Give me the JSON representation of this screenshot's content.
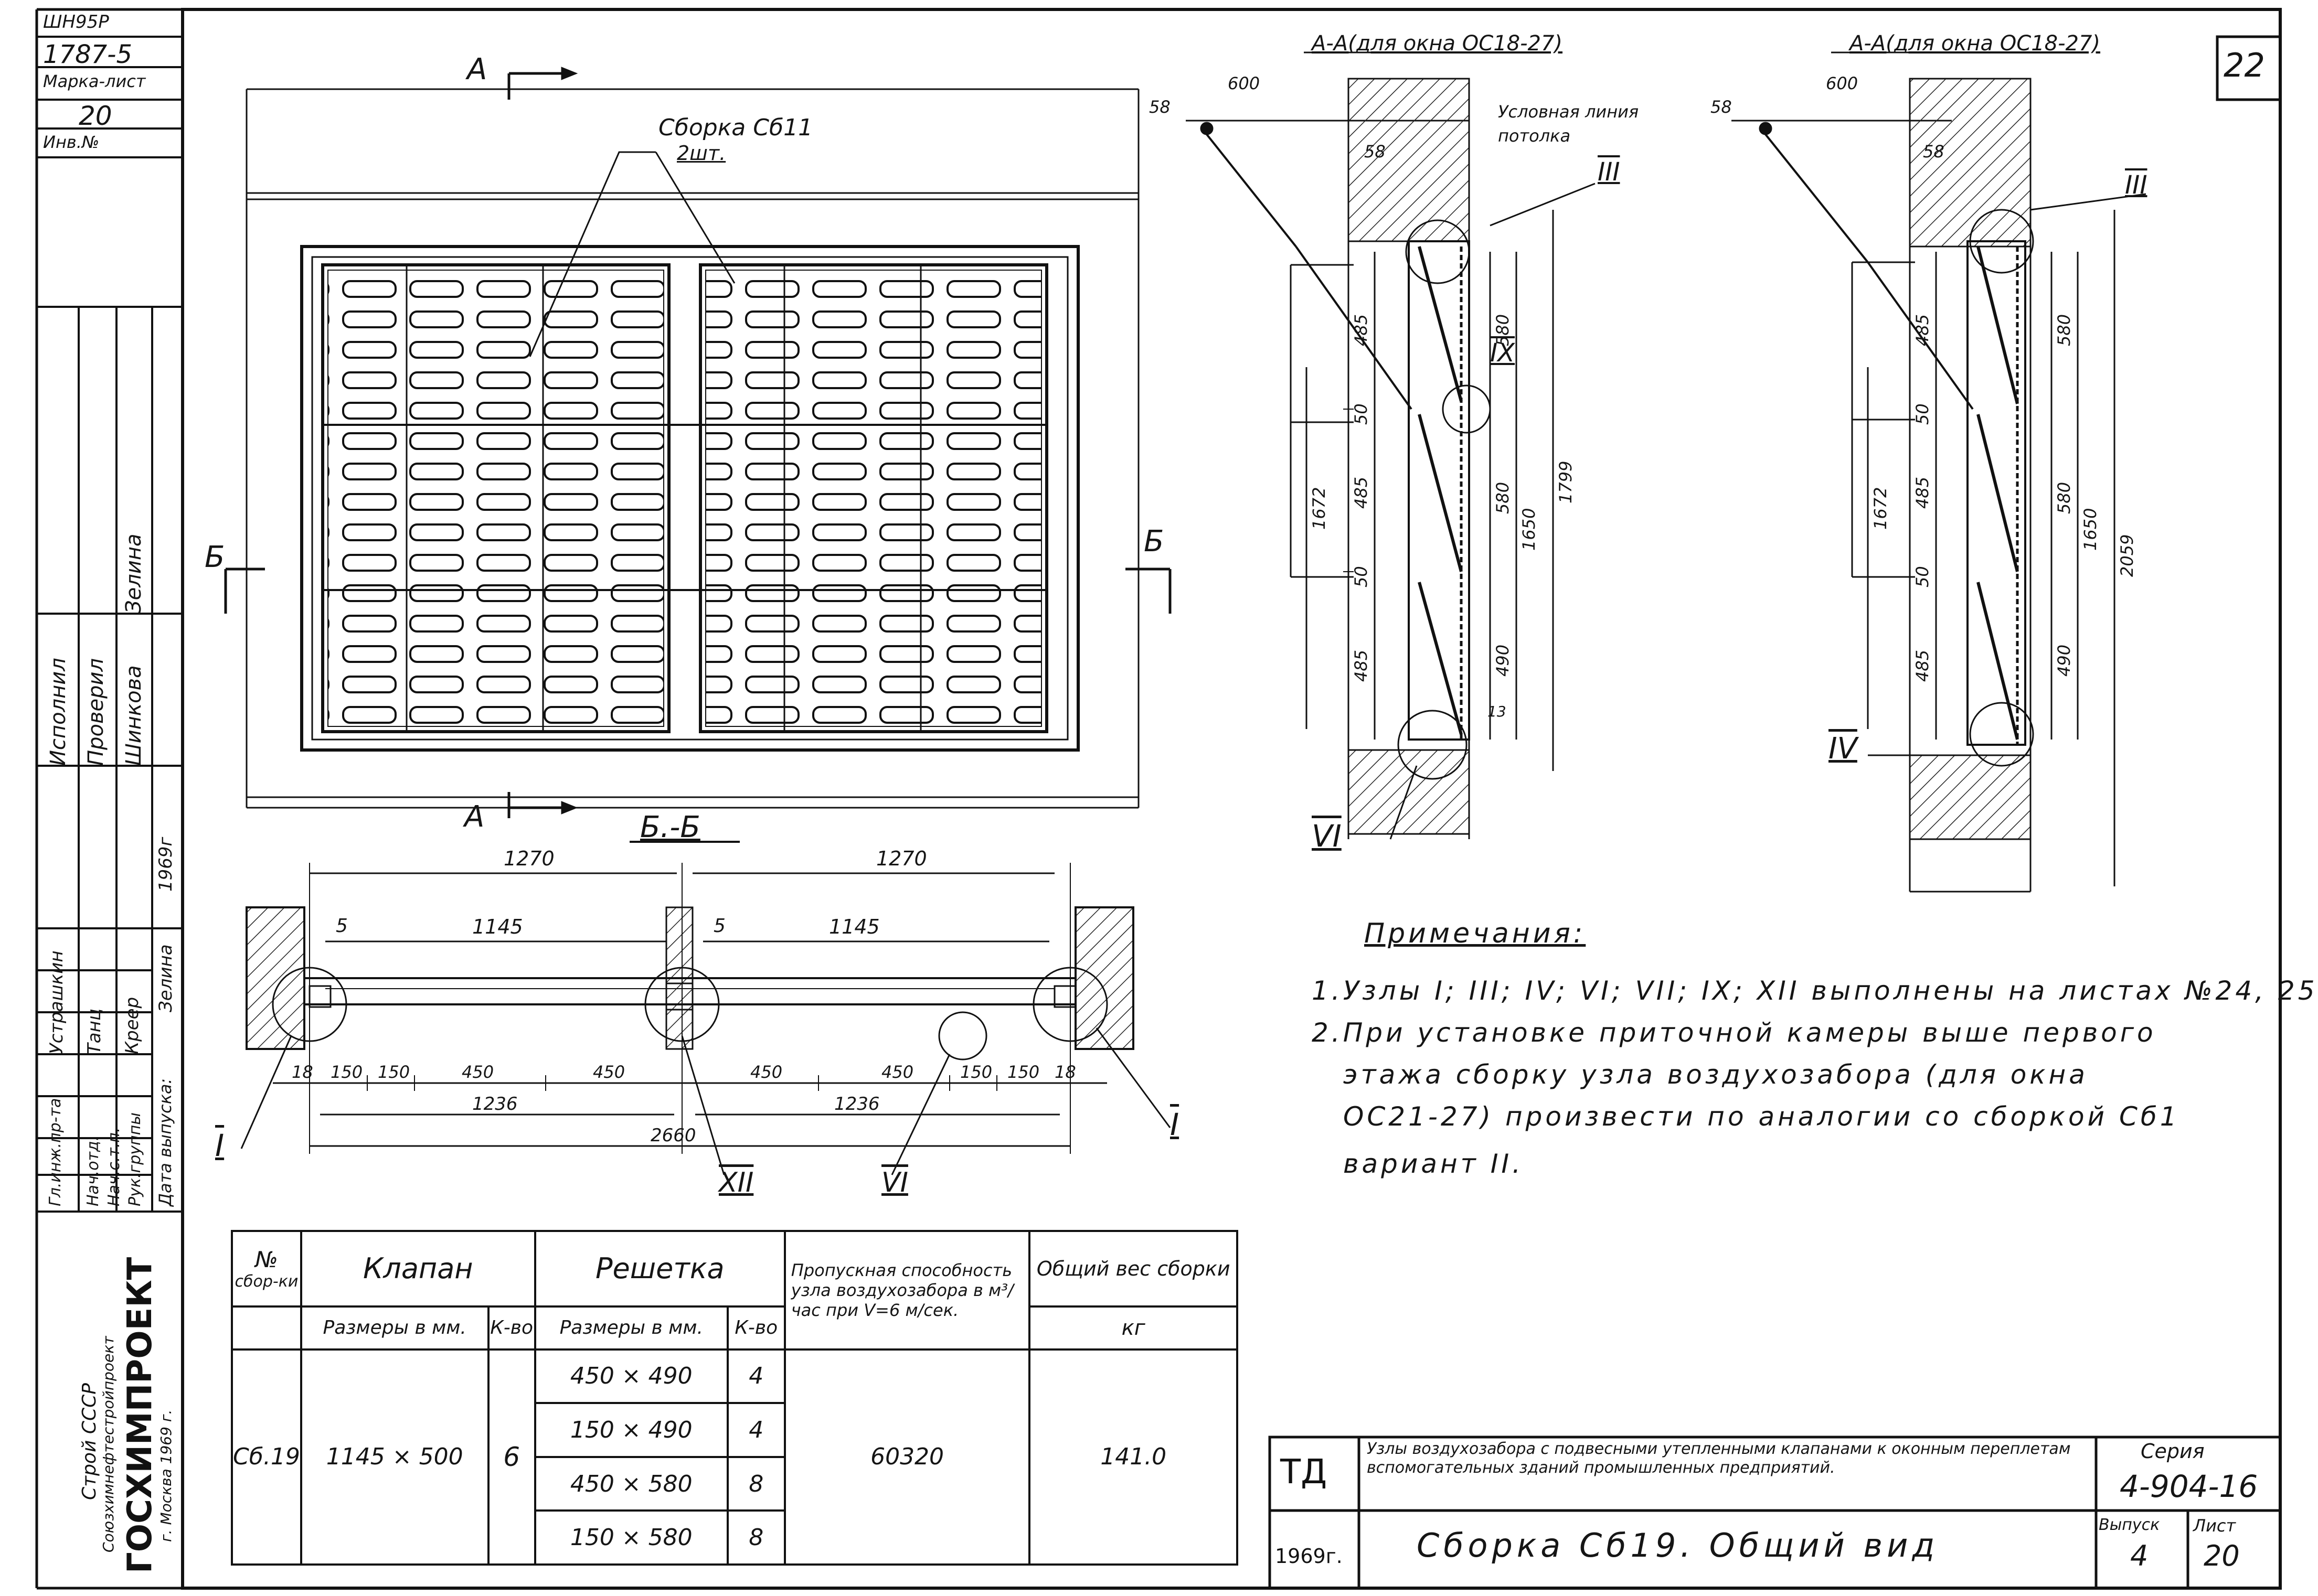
{
  "sheet_corner_number": "22",
  "side_stamp": {
    "series_code": "ШН95Р",
    "project_number": "1787-5",
    "mark_label": "Марка-лист",
    "mark_value": "20",
    "inv_label": "Инв.№",
    "roles": [
      "Исполнил",
      "Проверил",
      "Устрашкин",
      "Гл.инж.пр-та",
      "Нач.отд.",
      "Нач.с.т.п.",
      "Рук.группы",
      "Дата выпуска:"
    ],
    "names": [
      "Шинкова",
      "Зелина",
      "Танц",
      "Креер",
      "Зелина"
    ],
    "year_small": "1969г",
    "org_line1": "Строй СССР",
    "org_line2": "Союзхимнефтестройпроект",
    "org_main": "ГОСХИМПРОЕКТ",
    "org_city": "г. Москва 1969 г."
  },
  "plan_view": {
    "section_a_top": "А",
    "section_a_bottom": "А",
    "section_b_left": "Б",
    "section_b_right": "Б",
    "assembly_label": "Сборка Сб11",
    "assembly_qty": "2шт."
  },
  "section_bb": {
    "title": "Б.-Б",
    "dims": [
      "1270",
      "1270",
      "1145",
      "1145",
      "5",
      "5",
      "18",
      "150",
      "150",
      "450",
      "450",
      "450",
      "450",
      "150",
      "150",
      "18",
      "1236",
      "1236",
      "2660"
    ],
    "node_labels": [
      "I",
      "XII",
      "VI",
      "I"
    ]
  },
  "section_aa_left": {
    "title": "А-А(для окна ОС18-27)",
    "top_dims": [
      "600",
      "58",
      "58"
    ],
    "ceiling_label": "Условная линия потолка",
    "dims": [
      "485",
      "50",
      "485",
      "50",
      "485",
      "580",
      "580",
      "490",
      "1672",
      "1650",
      "1799",
      "13"
    ],
    "node_labels": [
      "III",
      "IX",
      "VI"
    ]
  },
  "section_aa_right": {
    "title": "А-А(для окна ОС18-27)",
    "top_dims": [
      "600",
      "58",
      "58"
    ],
    "dims": [
      "485",
      "50",
      "485",
      "50",
      "485",
      "580",
      "580",
      "490",
      "1672",
      "1650",
      "2059"
    ],
    "node_labels": [
      "III",
      "IV"
    ]
  },
  "notes": {
    "heading": "Примечания:",
    "lines": [
      "1.Узлы I; III; IV; VI; VII; IX; XII выполнены на листах №24, 25",
      "2.При установке приточной камеры выше первого",
      "этажа сборку узла воздухозабора (для окна",
      "ОС21-27) произвести по аналогии со сборкой Сб1",
      "вариант II."
    ]
  },
  "spec_table": {
    "h_no": "№",
    "h_no_sub": "сбор-ки",
    "h_valve": "Клапан",
    "h_grille": "Решетка",
    "h_capacity": "Пропускная способность узла воздухозабора в м³/час при V=6 м/сек.",
    "h_weight": "Общий вес сборки",
    "h_size": "Размеры в мм.",
    "h_qty": "К-во",
    "h_size2": "Размеры в мм.",
    "h_qty2": "К-во",
    "h_unit": "кг",
    "assembly": "Сб.19",
    "valve_size": "1145 × 500",
    "valve_qty": "6",
    "grilles": [
      {
        "size": "450 × 490",
        "qty": "4"
      },
      {
        "size": "150 × 490",
        "qty": "4"
      },
      {
        "size": "450 × 580",
        "qty": "8"
      },
      {
        "size": "150 × 580",
        "qty": "8"
      }
    ],
    "capacity": "60320",
    "weight": "141.0"
  },
  "title_block": {
    "td": "ТД",
    "description": "Узлы воздухозабора с подвесными утепленными клапанами к оконным переплетам вспомогательных зданий промышленных предприятий.",
    "series_label": "Серия",
    "series_value": "4-904-16",
    "year": "1969г.",
    "sheet_title": "Сборка Сб19. Общий вид",
    "issue_label": "Выпуск",
    "issue_value": "4",
    "sheet_label": "Лист",
    "sheet_value": "20"
  }
}
